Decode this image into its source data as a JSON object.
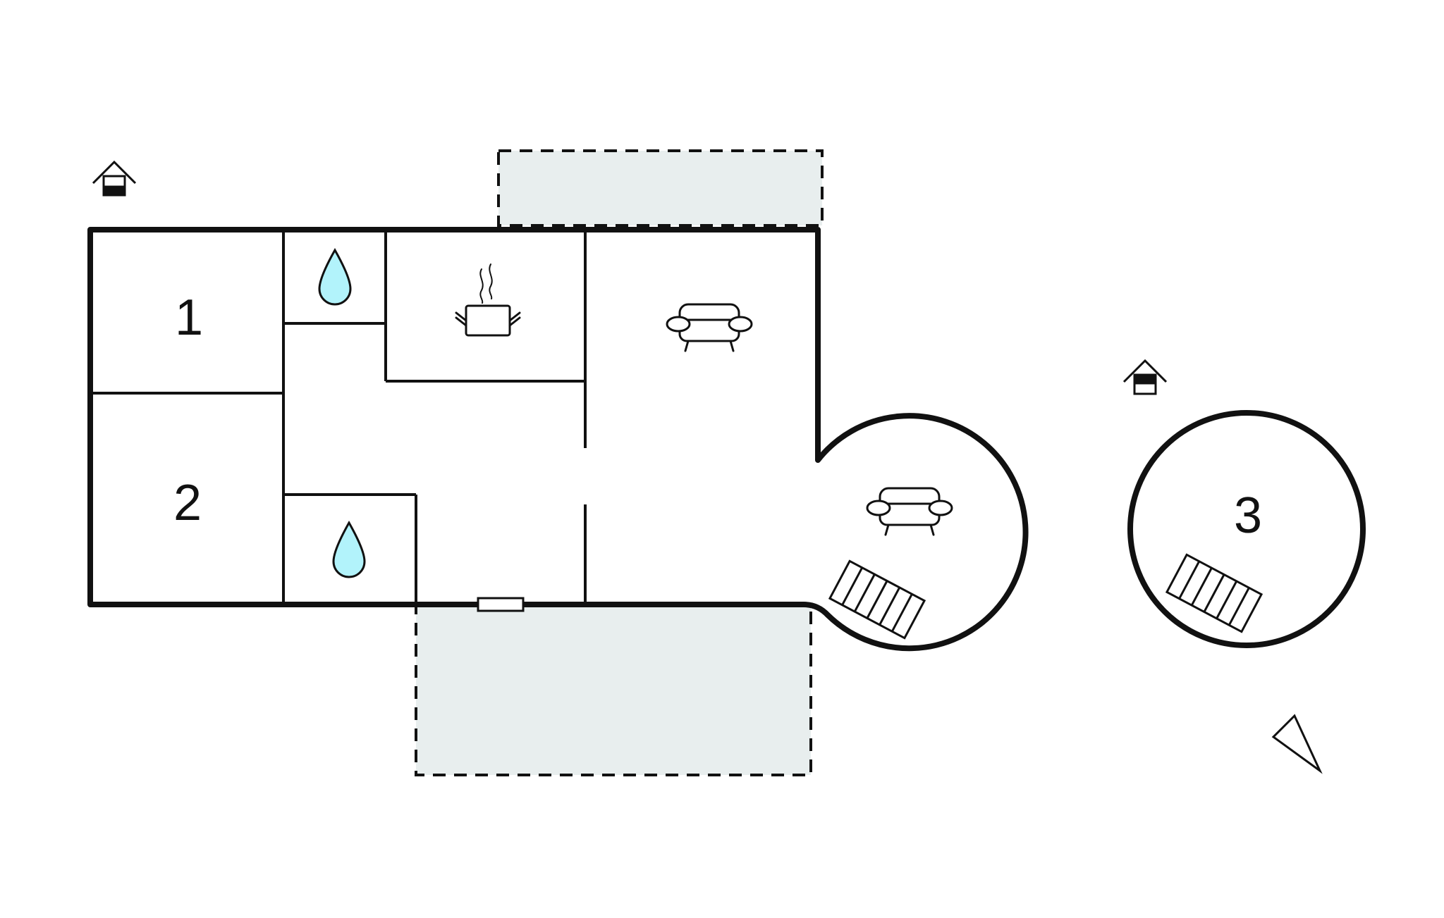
{
  "rooms": [
    {
      "number": "1"
    },
    {
      "number": "2"
    },
    {
      "number": "3"
    }
  ],
  "icons": {
    "main_house": "house-icon",
    "annex_house": "house-icon",
    "bathroom": "water-drop-icon",
    "kitchen": "cooking-pot-icon",
    "living_room": "sofa-icon",
    "stairs": "stairs-icon",
    "north": "north-arrow-icon"
  },
  "colors": {
    "wall": "#111111",
    "terrace_fill": "#e8eeee",
    "water_drop": "#b2f3fb"
  }
}
